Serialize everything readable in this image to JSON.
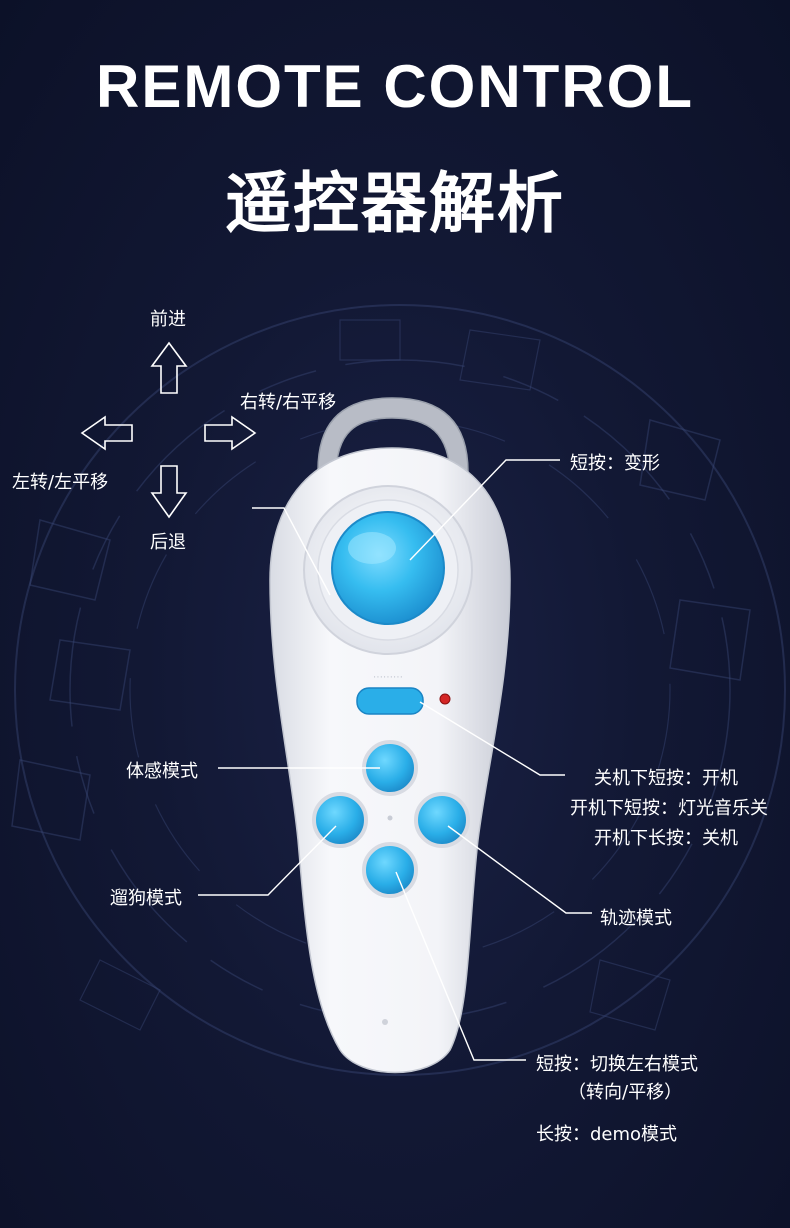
{
  "title": {
    "en": "REMOTE CONTROL",
    "cn": "遥控器解析"
  },
  "directions": {
    "forward": "前进",
    "right": "右转/右平移",
    "left": "左转/左平移",
    "back": "后退"
  },
  "callouts": {
    "joystick": "短按：变形",
    "power": [
      "关机下短按：开机",
      "开机下短按：灯光音乐关",
      "开机下长按：关机"
    ],
    "motion": "体感模式",
    "dog": "遛狗模式",
    "track": "轨迹模式",
    "switch": [
      "短按：切换左右模式",
      "（转向/平移）"
    ],
    "demo": "长按：demo模式"
  },
  "colors": {
    "background": "#121834",
    "accent": "#2fb5ea",
    "remote_body": "#f4f5f8"
  }
}
